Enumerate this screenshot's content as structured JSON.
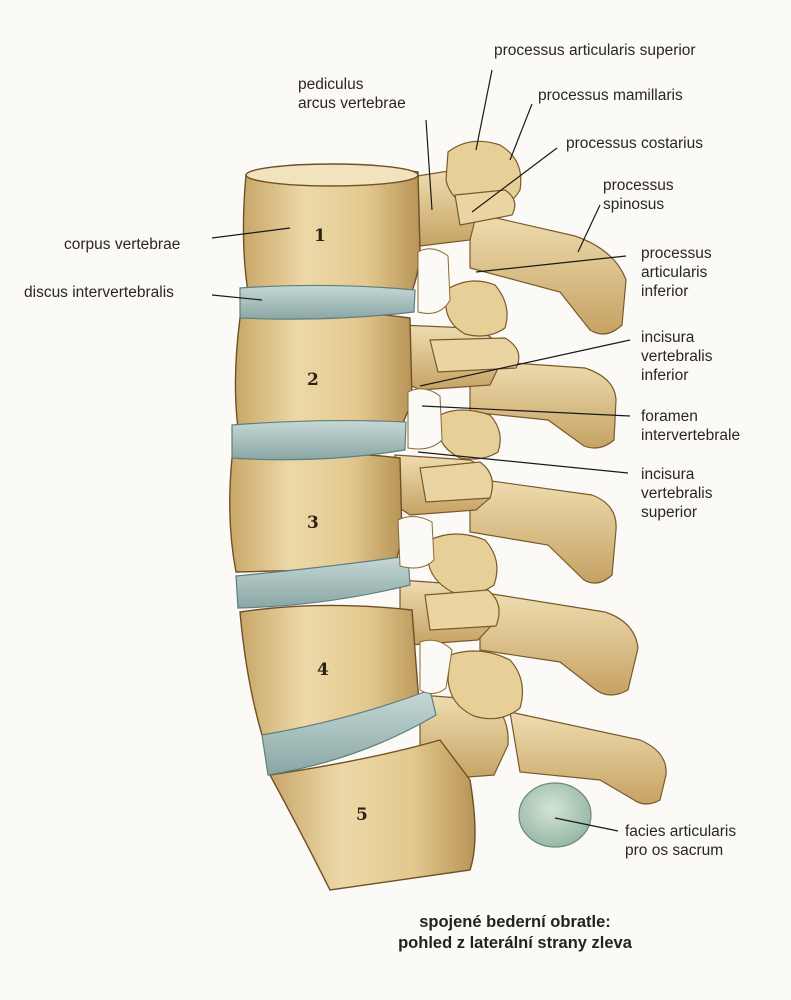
{
  "labels": {
    "processus_articularis_superior": "processus articularis superior",
    "pediculus_arcus_vertebrae": [
      "pediculus",
      "arcus vertebrae"
    ],
    "processus_mamillaris": "processus mamillaris",
    "processus_costarius": "processus costarius",
    "processus_spinosus": [
      "processus",
      "spinosus"
    ],
    "corpus_vertebrae": "corpus vertebrae",
    "discus_intervertebralis": "discus intervertebralis",
    "processus_articularis_inferior": [
      "processus",
      "articularis",
      "inferior"
    ],
    "incisura_vertebralis_inferior": [
      "incisura",
      "vertebralis",
      "inferior"
    ],
    "foramen_intervertebrale": [
      "foramen",
      "intervertebrale"
    ],
    "incisura_vertebralis_superior": [
      "incisura",
      "vertebralis",
      "superior"
    ],
    "facies_articularis": [
      "facies articularis",
      "pro os sacrum"
    ]
  },
  "vertebra_numbers": [
    "1",
    "2",
    "3",
    "4",
    "5"
  ],
  "caption": [
    "spojené bederní obratle:",
    "pohled z laterální strany zleva"
  ],
  "colors": {
    "bone": "#e8d3a0",
    "bone_shade": "#c9a767",
    "disc": "#a9c2c0",
    "cartilage": "#b6d0c0",
    "leader_line": "#1a1a1a",
    "background": "#fbfaf6"
  }
}
